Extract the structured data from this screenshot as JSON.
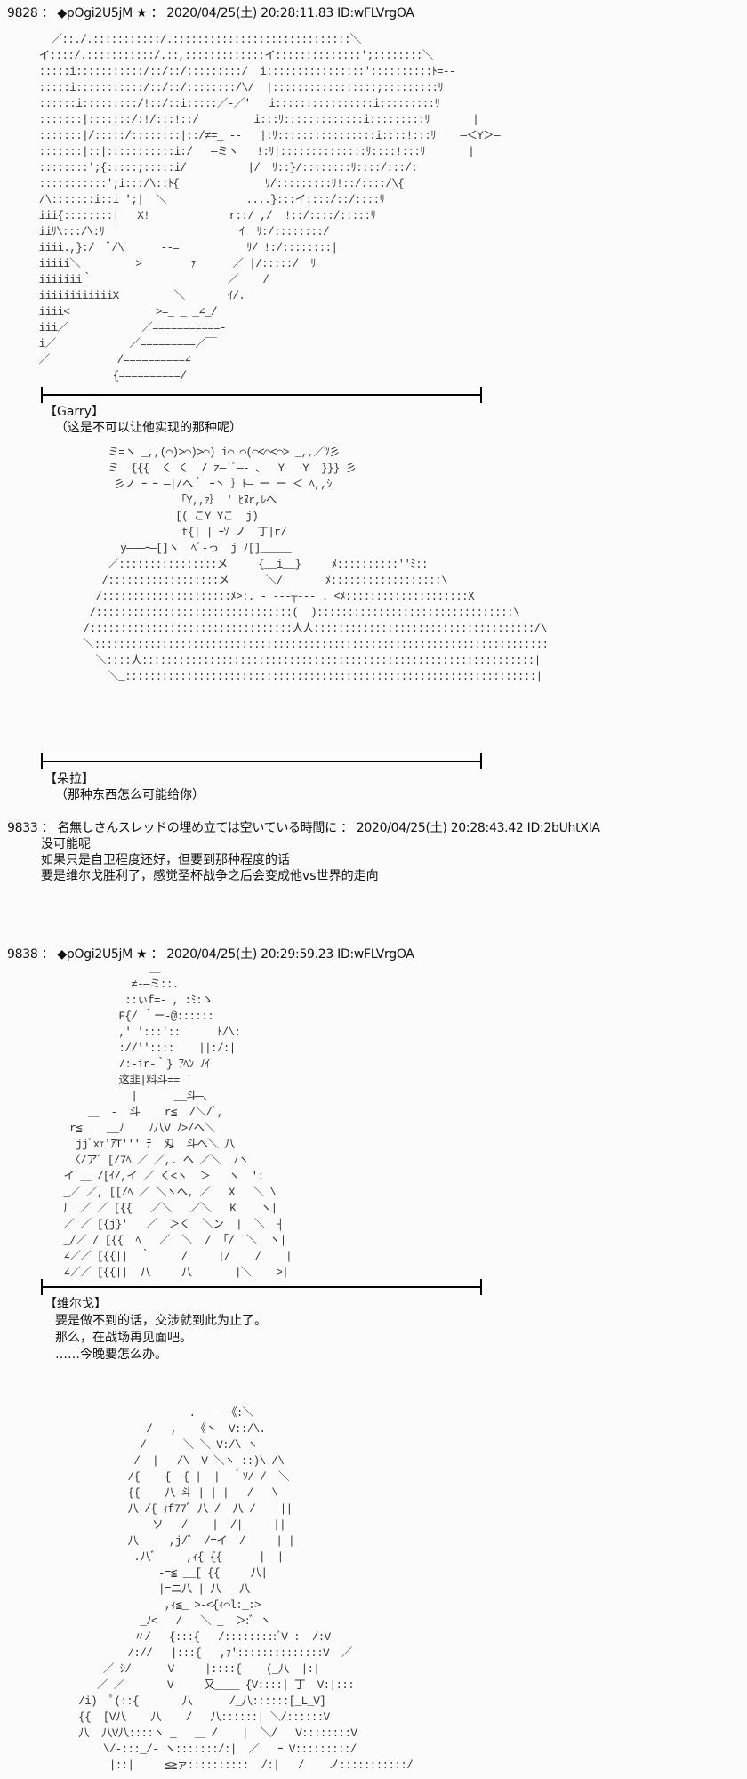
{
  "posts": [
    {
      "header": "9828 ： ◆pOgi2U5jM ★ ： 2020/04/25(土) 20:28:11.83 ID:wFLVrgOA"
    },
    {
      "header": "9833 ： 名無しさんスレッドの埋め立ては空いている時間に ： 2020/04/25(土) 20:28:43.42 ID:2bUhtXIA",
      "lines": [
        "没可能呢",
        "如果只是自卫程度还好，但要到那种程度的话",
        "要是维尔戈胜利了，感觉圣杯战争之后会变成他vs世界的走向"
      ]
    },
    {
      "header": "9838 ： ◆pOgi2U5jM ★ ： 2020/04/25(土) 20:29:59.23 ID:wFLVrgOA"
    }
  ],
  "scenes": [
    {
      "speaker": "【Garry】",
      "lines": [
        "（这是不可以让他实现的那种呢）"
      ]
    },
    {
      "speaker": "【朵拉】",
      "lines": [
        "（那种东西怎么可能给你）"
      ]
    },
    {
      "speaker": "【维尔戈】",
      "lines": [
        "要是做不到的话，交涉就到此为止了。",
        "那么，在战场再见面吧。",
        "……今晚要怎么办。"
      ]
    }
  ],
  "art": {
    "aa1": "    ／::./.:::::::::::/.:::::::::::::::::::::::::::::＼\n  イ::::/.:::::::::::/.::,:::::::::::::イ::::::::::::::';::::::::＼\n  :::::i:::::::::::/::/::/:::::::::/  i::::::::::::::::';:::::::::ﾄ=--\n  :::::i:::::::::::/::/::/::::::::/\\/  |:::::::::::::::::;:::::::::ﾘ\n  ::::::i:::::::::/!::/::i:::::／-／'   i::::::::::::::::i:::::::::ﾘ\n  :::::::|:::::::/:!/:::!::/         i:::ﾘ:::::::::::::i:::::::::ﾘ       |\n  :::::::|/:::::/::::::::|::/≠=_ --   |:ﾘ::::::::::::::::i::::!:::ﾘ    ―＜Y＞―\n  :::::::|::|:::::::::::i:/   ―ミヽ   !:ﾘ|::::::::::::::ﾘ::::!:::ﾘ       |\n  ::::::::';{:::::;:::::i/          |/  ﾘ::}/::::::::ﾘ::::/:::/:\n  :::::::::::';i:::/\\::ﾄ{              ﾘ/:::::::::ﾘ!::/::::/\\{\n  /\\:::::::i::i ';|  ＼             ....}:::イ::::/::/::::ﾘ\n  iii{::::::::|   X!             r::/ ,/  !::/::::/:::::ﾘ\n  iiﾘ\\:::/\\:ﾘ                      ｲ  ﾘ:/::::::::/\n  iiii.,}:/  ﾞ/\\      --=           ﾘ/ !:/::::::::|\n  iiiii＼         >        ｧ      ／ |/:::::/  ﾘ\n  iiiiiii｀                      ／    /\n  iiiiiiiiiiiiX         ＼       ｲ/.\n  iiii<              >=_ _ _∠_/\n  iii／            ／===========-\n  i／            ／=========／￣\n  ／           /==========∠\n              {==========/",
    "aa2": "      ミ=ヽ _,,(⌒)>⌒)>⌒) i⌒ ⌒(⌒<⌒<⌒> _,,／ﾂ彡\n      ミ  {{{  く く  / z―'ﾞ―- 、  Y   Y  }}} 彡\n       彡ノ ｰ ｰ ―|/へ｀ ｰ丶 ｝ﾄ― ー ー ＜ ﾍ,,ｼ\n                 「Y,,ｧ｝ ' ﾋﾇr,ﾚへ\n                 [( こY Yこ  j)\n                  t{| | ｰｿ ノ  丁|r/\n        y―――ｰ―[]ヽ  ﾍﾞ-っ  j ﾉ[]_____\n      ／::::::::::::::::メ     {__i__}     ﾒ::::::::::''ﾐ::\n     /::::::::::::::::::メ      ＼/       ﾒ::::::::::::::::::\\\n    /:::::::::::::::::::::ﾒ>:. - ---┬--- . <ﾒ::::::::::::::::::::X\n   /::::::::::::::::::::::::::::::::(  )::::::::::::::::::::::::::::::::\\\n  /:::::::::::::::::::::::::::::::::人人::::::::::::::::::::::::::::::::::::/\\\n  ＼::::::::::::::::::::::::::::::::::::::::::::::::::::::::::::::::::::::::::\n    ＼::::人::::::::::::::::::::::::::::::::::::::::::::::::::::::::::::::::|\n      ＼_:::::::::::::::::::::::::::::::::::::::::::::::::::::::::::::::::::|",
    "aa3": "                    ＿\n                 ≠-―ミ::.\n                ::ぃf=- , :ﾐ:ゝ\n               F{/ ｀ー-@::::::\n               ,' ':::'::      ﾄ/\\:\n               ://''::::    ||:/:|\n               /:-ir-｀} ｱﾍﾝ ﾉｲ\n               这韭|料斗== '\n                 |      __斗―、\n          ＿  -  斗    r≦  /＼/ﾞ,\n       r≦    __ﾉ    ﾉ八V ﾉ>/へ＼\n        jjﾞxｪ'ｱT''' ﾃ  刄  斗へ＼ 八\n       〈/ア゛[/7ﾍ ／ ／,. ヘ ／＼  ﾉヽ\n      イ ＿ /[ｲ/,イ ／ く<ヽ  ＞   ヽ  ':\n      _／ ／, [[/ﾍ ／ ＼ヽへ, ／   X   ＼ \\\n      厂 ／ ／ [{{   ／＼   ／＼   K    ヽ|\n      ／ ／ [{j}'   ／  ＞く  ＼ン  |  ＼  ┤\n      _/／ / [{{  ﾍ   ／  ＼  /  ｢/  ＼  ヽ|\n      ∠／／ [{{||  ｀     /     |/    /    |\n      ∠／／ [{{||  八     八       |＼    >|",
    "aa4": "                         .  ―――《:＼\n                  /   ,   《ヽ  V::/\\.\n                 /      ＼ ＼ V:/\\ ヽ\n                /  |   /\\  V ＼ヽ ::)\\ /\\\n               /{    {  { |  |  ｀ｿ/ /  ＼\n               {{    八 斗 | | |   /   \\\n               八 /{ ｨf77ﾞ 八 /  八 /    ||\n                   ソ   /    |  /|     ||\n               八     ,j/゛ /=イ  /     | |\n                .八ﾞ     ,ｨ{ {{      |  |\n                    -=≦ __[ {{     八|\n                    |=ニ八 | 八   八\n                     ,ｨ≦_ >-<{ｨ⌒l:_:>\n                 _ﾉ<   /   ＼ _  ＞:ﾞ ヽ\n                〃/   {:::{   /:::::::::ﾞV :  /:V\n               /://   |:::{   ,ｧ'::::::::::::::V  ／\n           ／ ｼ/      V     |::::{    (_八  |:|\n          ／ ／       V     又____ {V::::| 丁  V:|:::\n       /i)  ﾟ(::{       八      /_八::::::[_L_V]\n       {{  [V八    八    /   八::::::| ＼/::::::V\n       八  八V八::::ヽ _   ＿ /    |  ＼/   V::::::::V\n           \\/‐:::_/‐ ヽ:::::::/:|  ／   ｰ V:::::::::/\n            |::|     ≦≧ァ::::::::::  /:|   /    ノ:::::::::::/"
  }
}
